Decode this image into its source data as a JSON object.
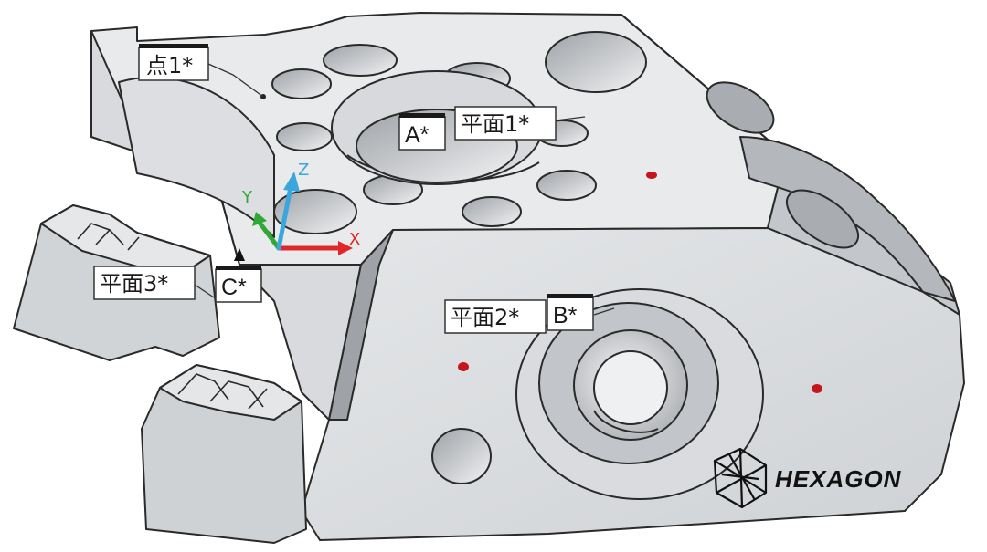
{
  "labels": {
    "point1": "点1*",
    "datum_a": "A*",
    "plane1": "平面1*",
    "plane3": "平面3*",
    "datum_c": "C*",
    "plane2": "平面2*",
    "datum_b": "B*"
  },
  "axes": {
    "x": "X",
    "y": "Y",
    "z": "Z"
  },
  "logo": {
    "text": "HEXAGON"
  },
  "colors": {
    "part_top": "#e9eaec",
    "part_front": "#d3d5d8",
    "part_side": "#bfc2c6",
    "edge": "#2a2a2a",
    "hole": "#b9bcc0",
    "hole_inner": "#8f9397",
    "marker": "#c4161c",
    "axis_x": "#e0282a",
    "axis_y": "#2fa836",
    "axis_z": "#3aa7dc",
    "label_bg": "#ffffff",
    "label_border": "#333333"
  }
}
